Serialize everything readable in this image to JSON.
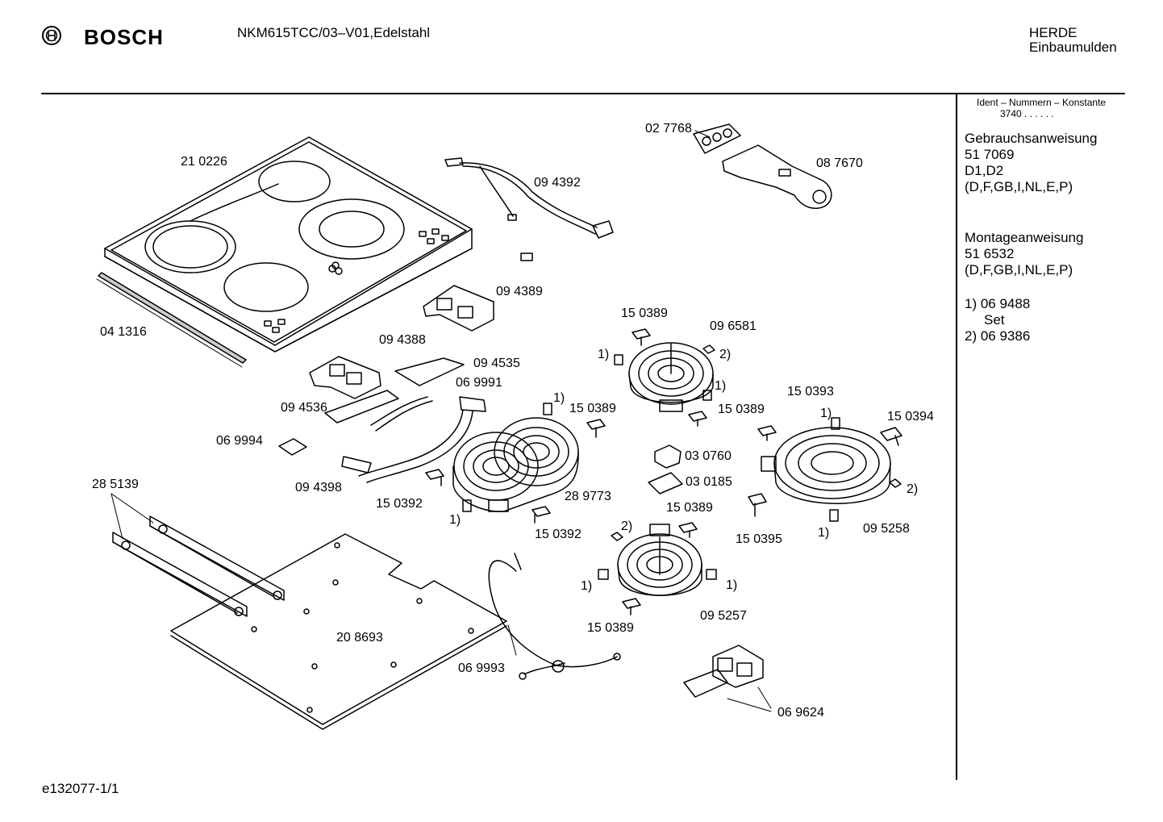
{
  "header": {
    "brand": "BOSCH",
    "model": "NKM615TCC/03–V01,Edelstahl",
    "category_line1": "HERDE",
    "category_line2": "Einbaumulden"
  },
  "sidebar": {
    "ident_title": "Ident – Nummern – Konstante",
    "ident_value": "3740 . . . . . .",
    "blocks": [
      [
        "Gebrauchsanweisung",
        "51 7069",
        "D1,D2",
        "(D,F,GB,I,NL,E,P)"
      ],
      [
        "Montageanweisung",
        "51 6532",
        "(D,F,GB,I,NL,E,P)"
      ],
      [
        "1) 06 9488",
        "Set",
        "2) 06 9386"
      ]
    ]
  },
  "footer": {
    "doc_id": "e132077-1/1"
  },
  "parts": [
    "02 7768",
    "21 0226",
    "09 4392",
    "08 7670",
    "04 1316",
    "09 4389",
    "09 4388",
    "09 4535",
    "06 9991",
    "09 4536",
    "06 9994",
    "09 4398",
    "15 0389",
    "09 6581",
    "1)",
    "2)",
    "1)",
    "15 0389",
    "15 0393",
    "1)",
    "15 0394",
    "1)",
    "15 0389",
    "28 9773",
    "03 0760",
    "03 0185",
    "2)",
    "28 5139",
    "15 0392",
    "1)",
    "15 0392",
    "15 0389",
    "2)",
    "15 0395",
    "1)",
    "09 5258",
    "1)",
    "1)",
    "09 5257",
    "15 0389",
    "20 8693",
    "06 9993",
    "06 9624"
  ]
}
